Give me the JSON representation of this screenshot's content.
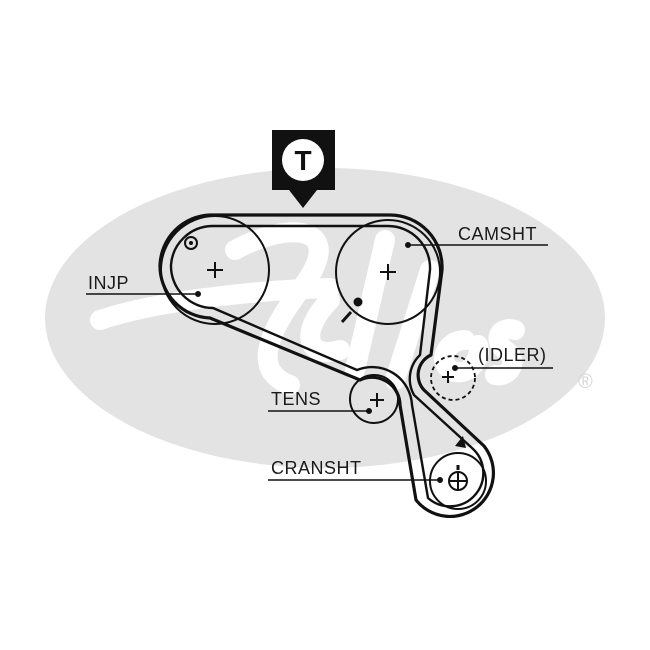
{
  "diagram": {
    "timing_mark": "T",
    "labels": {
      "camshaft": "CAMSHT",
      "injection_pump": "INJP",
      "idler": "(IDLER)",
      "tensioner": "TENS",
      "crankshaft": "CRANSHT"
    },
    "registered_mark": "®"
  },
  "colors": {
    "ink": "#111111",
    "watermark": "#e3e3e3",
    "background": "#ffffff"
  },
  "icons": [
    "timing-mark-icon",
    "registered-trademark-icon"
  ]
}
